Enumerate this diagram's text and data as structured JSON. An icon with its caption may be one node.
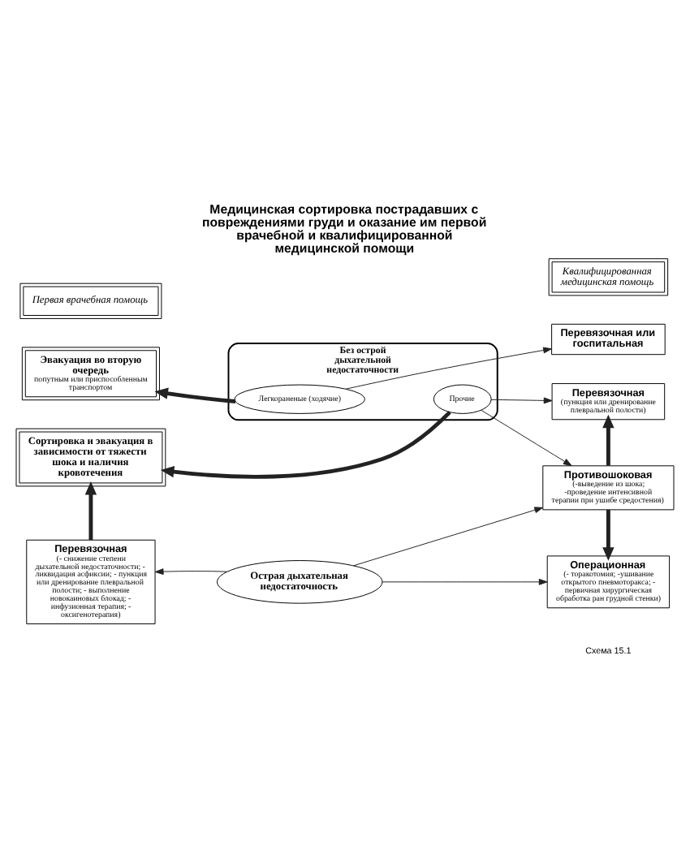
{
  "diagram": {
    "title": "Медицинская сортировка пострадавших с повреждениями груди и оказание им первой врачебной и квалифицированной медицинской помощи",
    "nodes": [
      {
        "text": [
          "Первая врачебная помощь"
        ]
      },
      {
        "text": [
          "Квалифицированная медицинская помощь"
        ]
      },
      {
        "text": [
          "Без острой дыхательной недостаточности"
        ]
      },
      {
        "text": [
          "Легкораненые (ходячие)"
        ],
        "in": 2
      },
      {
        "text": [
          "Прочие"
        ],
        "in": 2
      },
      {
        "text": [
          "Эвакуация во вторую очередь",
          "попутным или приспособленным транспортом"
        ]
      },
      {
        "text": [
          "Перевязочная или госпитальная"
        ]
      },
      {
        "text": [
          "Перевязочная",
          "(пункция или дренирование плевральной полости)"
        ]
      },
      {
        "text": [
          "Сортировка и эвакуация в зависимости от тяжести шока и наличия кровотечения"
        ]
      },
      {
        "text": [
          "Противошоковая",
          "(-выведение из шока; -проведение интенсивной терапии при ушибе средостения)"
        ]
      },
      {
        "text": [
          "Перевязочная",
          "(- снижение степени дыхательной недостаточности; - ликвидация асфиксии; - пункция или дренирование плевральной полости; - выполнение новокаиновых блокад; - инфузионная терапия; - оксигенотерапия)"
        ]
      },
      {
        "text": [
          "Острая дыхательная недостаточность"
        ]
      },
      {
        "text": [
          "Операционная",
          "(- торакотомия; -ушивание открытого пневмоторакса; - первичная хирургическая обработка ран грудной стенки)"
        ]
      }
    ],
    "edges": [
      {
        "from": 3,
        "to": 5,
        "arrow": "to",
        "style": "thick"
      },
      {
        "from": 3,
        "to": 6,
        "arrow": "to"
      },
      {
        "from": 4,
        "to": 8,
        "arrow": "to",
        "style": "thick"
      },
      {
        "from": 4,
        "to": 7,
        "arrow": "to"
      },
      {
        "from": 4,
        "to": 9,
        "arrow": "to"
      },
      {
        "from": 9,
        "to": 7,
        "arrow": "to",
        "style": "thick"
      },
      {
        "from": 10,
        "to": 8,
        "arrow": "to",
        "style": "thick"
      },
      {
        "from": 9,
        "to": 12,
        "arrow": "to",
        "style": "thick"
      },
      {
        "from": 11,
        "to": 10,
        "arrow": "to"
      },
      {
        "from": 11,
        "to": 9,
        "arrow": "to"
      },
      {
        "from": 11,
        "to": 12,
        "arrow": "to"
      }
    ],
    "labels": [
      "Схема 15.1"
    ]
  }
}
